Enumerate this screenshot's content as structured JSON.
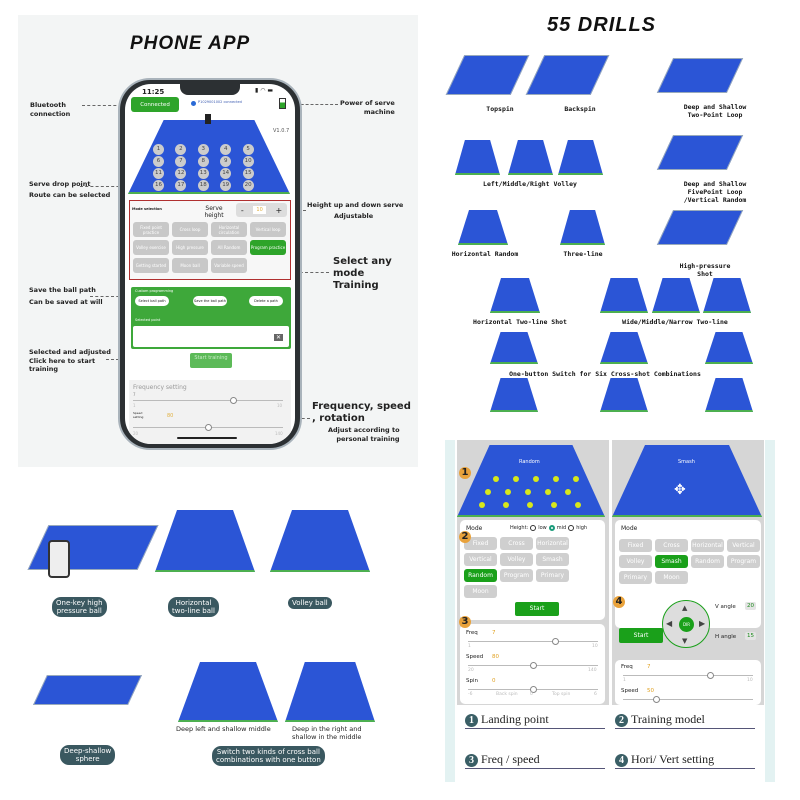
{
  "phone_panel": {
    "title": "PHONE APP",
    "annotations": {
      "bluetooth": "Bluetooth\nconnection",
      "power": "Power of serve\nmachine",
      "drop_point_1": "Serve drop point",
      "drop_point_2": "Route can be selected",
      "height_1": "Height up and down serve",
      "height_2": "Adjustable",
      "select_mode": "Select any\nmode\nTraining",
      "save_path_1": "Save the ball path",
      "save_path_2": "Can be saved at will",
      "start_1": "Selected and adjusted",
      "start_2": "Click here to start",
      "start_3": "training",
      "freq_1": "Frequency, speed\n, rotation",
      "freq_2": "Adjust according to\npersonal training"
    },
    "app": {
      "time": "11:25",
      "connected": "Connected",
      "device": "P1029001002 connected",
      "version": "V1.0.7",
      "points": [
        "1",
        "2",
        "3",
        "4",
        "5",
        "6",
        "7",
        "8",
        "9",
        "10",
        "11",
        "12",
        "13",
        "14",
        "15",
        "16",
        "17",
        "18",
        "19",
        "20"
      ],
      "mode_selection": "Mode selection",
      "serve_height": "Serve height",
      "minus": "-",
      "height_value": "10",
      "plus": "+",
      "modes": [
        {
          "label": "Fixed point practice",
          "active": false
        },
        {
          "label": "Cross loop",
          "active": false
        },
        {
          "label": "Horizontal circulation",
          "active": false
        },
        {
          "label": "Vertical loop",
          "active": false
        },
        {
          "label": "Volley exercise",
          "active": false
        },
        {
          "label": "High pressure",
          "active": false
        },
        {
          "label": "All Random",
          "active": false
        },
        {
          "label": "Program practice",
          "active": true
        },
        {
          "label": "Getting started",
          "active": false
        },
        {
          "label": "Moon ball",
          "active": false
        },
        {
          "label": "Variable speed",
          "active": false
        }
      ],
      "custom_programming": "Custom programming",
      "select_path": "Select ball path",
      "save_path": "Save the ball path",
      "delete_path": "Delete a path",
      "selected_point": "Selected point",
      "start_training": "Start training",
      "frequency_setting": "Frequency setting",
      "freq_value": "7",
      "freq_min": "1",
      "freq_max": "10",
      "speed_setting": "Speed setting",
      "speed_value": "80",
      "speed_min": "20",
      "speed_max": "140"
    }
  },
  "drills_panel": {
    "title": "55 DRILLS",
    "labels": [
      "Topspin",
      "Backspin",
      "Deep and Shallow\nTwo-Point Loop",
      "Left/Middle/Right Volley",
      "Deep and Shallow\nFivePoint Loop\n/Vertical Random",
      "Horizontal Random",
      "Three-line",
      "High-pressure\nShot",
      "Horizontal Two-line Shot",
      "Wide/Middle/Narrow Two-line",
      "One-button Switch for Six Cross-shot Combinations"
    ]
  },
  "examples_panel": {
    "labels": [
      "One-key high\npressure ball",
      "Horizontal\ntwo-line ball",
      "Volley ball",
      "Deep-shallow\nsphere",
      "Deep left and shallow middle",
      "Deep in the right and\nshallow in the middle",
      "Switch two kinds of cross ball\ncombinations with one button"
    ]
  },
  "app_screens": {
    "left": {
      "court_label": "Random",
      "mode": "Mode",
      "height": "Height:",
      "low": "low",
      "mid": "mid",
      "high": "high",
      "height_selected": "mid",
      "modes": [
        {
          "label": "Fixed",
          "active": false
        },
        {
          "label": "Cross",
          "active": false
        },
        {
          "label": "Horizontal",
          "active": false
        },
        {
          "label": "Vertical",
          "active": false
        },
        {
          "label": "Volley",
          "active": false
        },
        {
          "label": "Smash",
          "active": false
        },
        {
          "label": "Random",
          "active": true
        },
        {
          "label": "Program",
          "active": false
        },
        {
          "label": "Primary",
          "active": false
        },
        {
          "label": "Moon",
          "active": false
        }
      ],
      "start": "Start",
      "freq": "Freq",
      "freq_value": "7",
      "freq_min": "1",
      "freq_max": "10",
      "speed": "Speed",
      "speed_value": "80",
      "speed_min": "20",
      "speed_max": "140",
      "spin": "Spin",
      "spin_value": "0",
      "spin_min": "-6",
      "spin_back": "Back spin",
      "spin_zero": "0",
      "spin_top": "Top spin",
      "spin_max": "6"
    },
    "right": {
      "court_label": "Smash",
      "mode": "Mode",
      "modes": [
        {
          "label": "Fixed",
          "active": false
        },
        {
          "label": "Cross",
          "active": false
        },
        {
          "label": "Horizontal",
          "active": false
        },
        {
          "label": "Vertical",
          "active": false
        },
        {
          "label": "Volley",
          "active": false
        },
        {
          "label": "Smash",
          "active": true
        },
        {
          "label": "Random",
          "active": false
        },
        {
          "label": "Program",
          "active": false
        },
        {
          "label": "Primary",
          "active": false
        },
        {
          "label": "Moon",
          "active": false
        }
      ],
      "start": "Start",
      "dir": "DIR",
      "v_angle": "V angle",
      "v_value": "20",
      "h_angle": "H angle",
      "h_value": "15",
      "freq": "Freq",
      "freq_value": "7",
      "freq_min": "1",
      "freq_max": "10",
      "speed": "Speed",
      "speed_value": "50"
    },
    "markers": [
      "1",
      "2",
      "3",
      "4"
    ],
    "legend": [
      {
        "num": "1",
        "label": "Landing point"
      },
      {
        "num": "2",
        "label": "Training model"
      },
      {
        "num": "3",
        "label": "Freq / speed"
      },
      {
        "num": "4",
        "label": "Hori/ Vert setting"
      }
    ]
  },
  "colors": {
    "court_blue": "#2b55d6",
    "app_green": "#2ea42a",
    "marker_orange": "#e9a23b",
    "ball_yellow": "#d7e81a"
  }
}
